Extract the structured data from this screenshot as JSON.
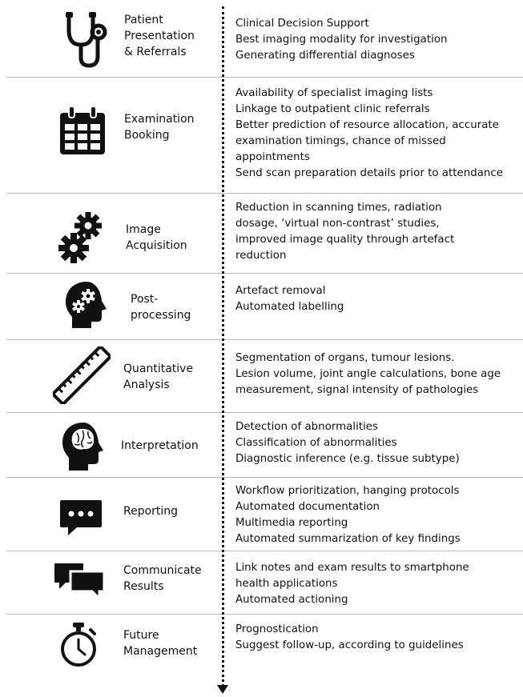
{
  "stages": [
    {
      "icon": "stethoscope-icon",
      "label": [
        "Patient",
        "Presentation",
        "& Referrals"
      ],
      "items": [
        "Clinical Decision Support",
        "Best imaging modality for investigation",
        "Generating differential diagnoses"
      ]
    },
    {
      "icon": "calendar-icon",
      "label": [
        "Examination",
        "Booking"
      ],
      "items": [
        "Availability of specialist imaging lists",
        "Linkage to outpatient clinic referrals",
        "Better prediction of resource allocation, accurate",
        "examination timings, chance of missed",
        "appointments",
        "Send scan preparation details prior to attendance"
      ]
    },
    {
      "icon": "gears-icon",
      "label": [
        "Image",
        "Acquisition"
      ],
      "items": [
        "Reduction in scanning times, radiation",
        "dosage, ‘virtual non-contrast’ studies,",
        "improved image quality through artefact",
        "reduction"
      ]
    },
    {
      "icon": "head-gears-icon",
      "label": [
        "Post-",
        "processing"
      ],
      "items": [
        "Artefact removal",
        "Automated labelling"
      ]
    },
    {
      "icon": "ruler-icon",
      "label": [
        "Quantitative",
        "Analysis"
      ],
      "items": [
        "Segmentation of organs, tumour lesions.",
        "Lesion volume, joint angle calculations, bone age",
        "measurement, signal intensity of pathologies"
      ]
    },
    {
      "icon": "head-brain-icon",
      "label": [
        "Interpretation"
      ],
      "items": [
        "Detection of abnormalities",
        "Classification of abnormalities",
        "Diagnostic inference (e.g. tissue subtype)"
      ]
    },
    {
      "icon": "chat-bubble-icon",
      "label": [
        "Reporting"
      ],
      "items": [
        "Workflow prioritization, hanging protocols",
        "Automated documentation",
        "Multimedia reporting",
        "Automated summarization of key findings"
      ]
    },
    {
      "icon": "chat-bubbles-icon",
      "label": [
        "Communicate",
        "Results"
      ],
      "items": [
        "Link notes and exam results to smartphone",
        "health applications",
        "Automated actioning"
      ]
    },
    {
      "icon": "stopwatch-icon",
      "label": [
        "Future",
        "Management"
      ],
      "items": [
        "Prognostication",
        "Suggest follow-up, according to guidelines"
      ]
    }
  ]
}
